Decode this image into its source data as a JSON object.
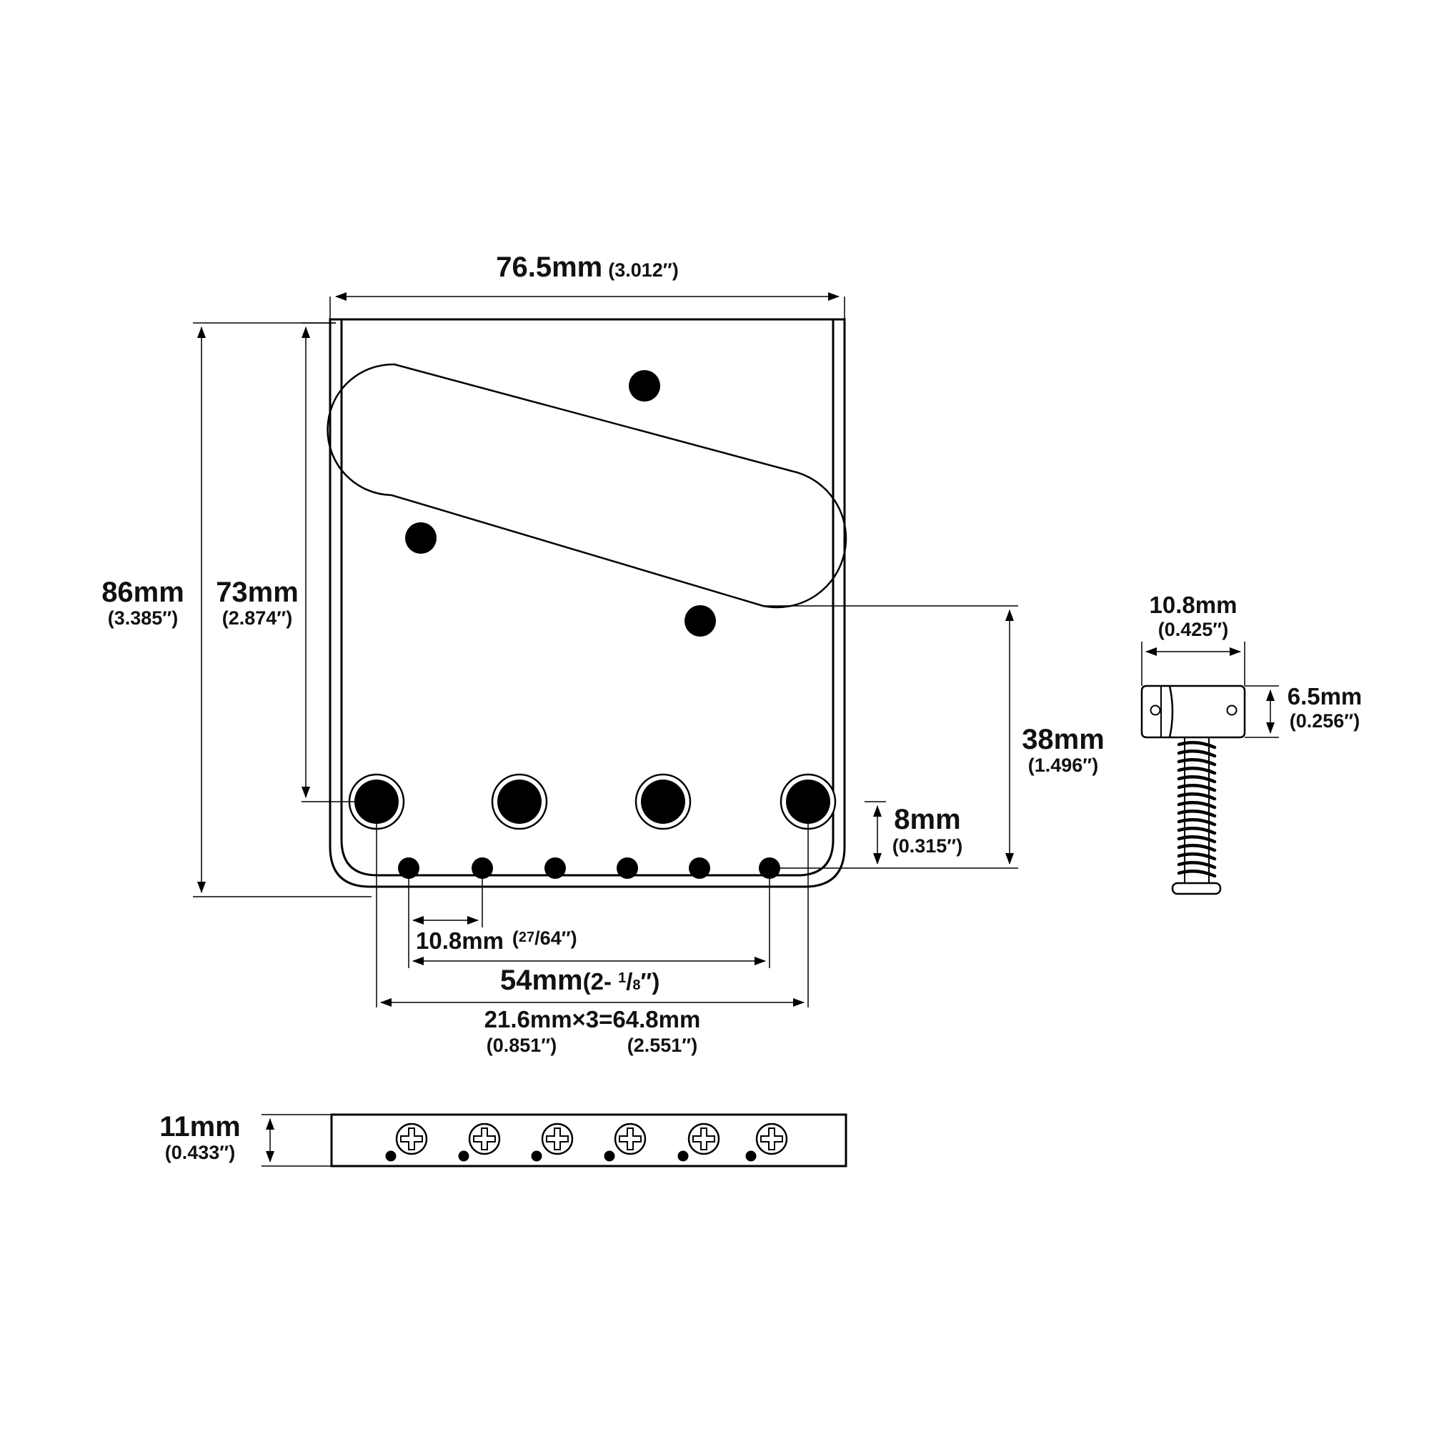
{
  "colors": {
    "stroke": "#000000",
    "background": "#ffffff"
  },
  "plate": {
    "width": {
      "mm": "76.5mm",
      "in": "(3.012″)"
    },
    "height_total": {
      "mm": "86mm",
      "in": "(3.385″)"
    },
    "height_to_holes": {
      "mm": "73mm",
      "in": "(2.874″)"
    },
    "pickup_to_bottom": {
      "mm": "38mm",
      "in": "(1.496″)"
    },
    "small_hole_offset": {
      "mm": "8mm",
      "in": "(0.315″)"
    },
    "hole_pitch": {
      "mm": "10.8mm",
      "in_open": "(",
      "in_num": "27",
      "in_rest": "/64″)"
    },
    "hole_span": {
      "mm": "54mm",
      "in_open": "(2- ",
      "in_num": "1",
      "in_slash": "/",
      "in_den": "8",
      "in_close": "″)"
    },
    "saddle_span": {
      "formula": "21.6mm×3=64.8mm",
      "in_a": "(0.851″)",
      "in_b": "(2.551″)"
    }
  },
  "saddle": {
    "length": {
      "mm": "10.8mm",
      "in": "(0.425″)"
    },
    "height": {
      "mm": "6.5mm",
      "in": "(0.256″)"
    }
  },
  "side_view": {
    "height": {
      "mm": "11mm",
      "in": "(0.433″)"
    }
  },
  "counts": {
    "large_holes": 4,
    "small_holes": 6,
    "side_screws": 6
  },
  "icons": [
    "mounting-hole-icon",
    "string-hole-icon",
    "phillips-screw-icon",
    "spring-icon"
  ]
}
